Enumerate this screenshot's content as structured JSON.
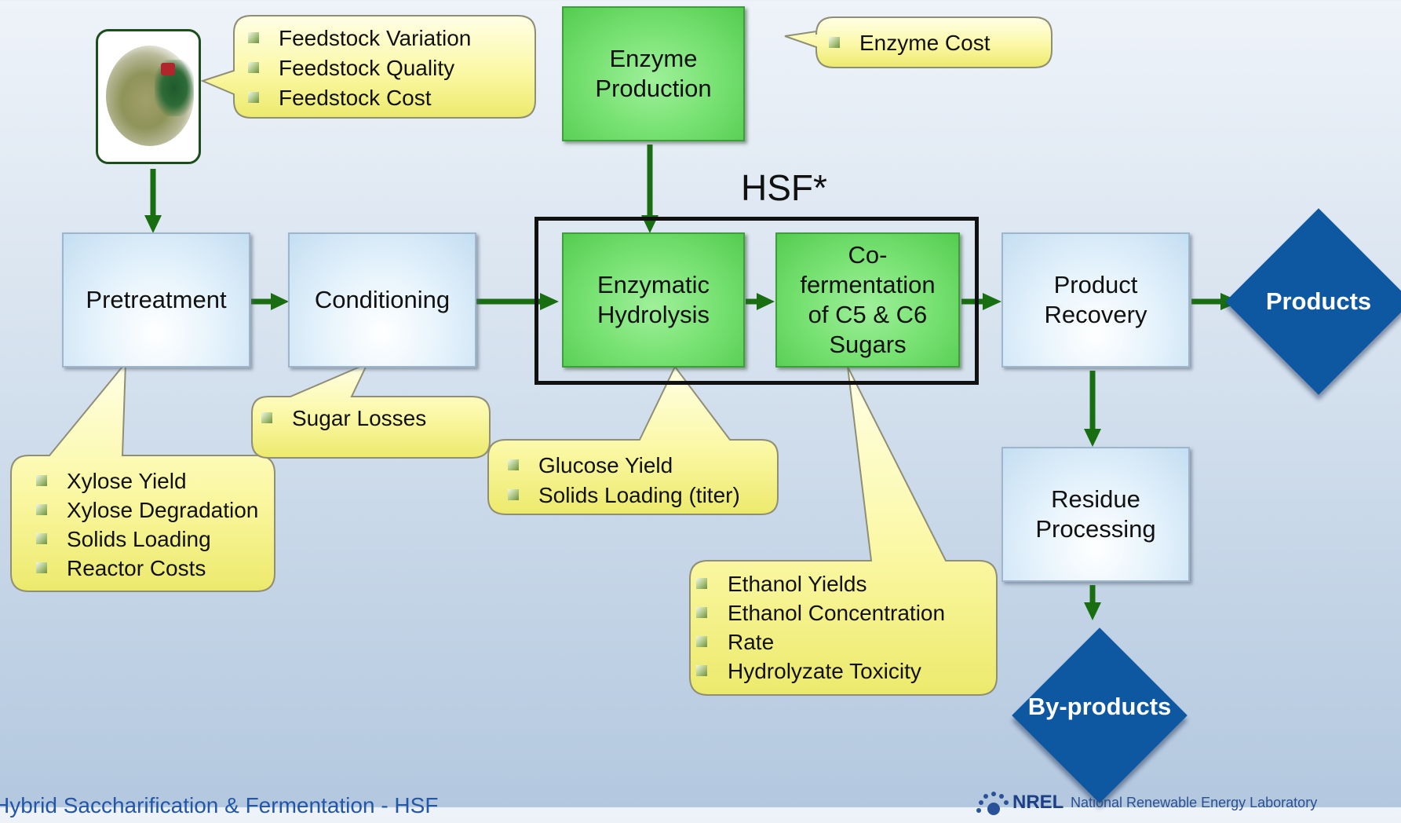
{
  "hsf_label": "HSF*",
  "boxes": {
    "pretreatment": "Pretreatment",
    "conditioning": "Conditioning",
    "enzyme_production": [
      "Enzyme",
      "Production"
    ],
    "enzymatic_hydrolysis": [
      "Enzymatic",
      "Hydrolysis"
    ],
    "cofermentation": [
      "Co-",
      "fermentation",
      "of C5 & C6",
      "Sugars"
    ],
    "product_recovery": [
      "Product",
      "Recovery"
    ],
    "residue_processing": [
      "Residue",
      "Processing"
    ]
  },
  "outputs": {
    "products": "Products",
    "byproducts": "By-products"
  },
  "callouts": {
    "feedstock": [
      "Feedstock Variation",
      "Feedstock Quality",
      "Feedstock Cost"
    ],
    "enzyme": [
      "Enzyme Cost"
    ],
    "pretreatment": [
      "Xylose Yield",
      "Xylose Degradation",
      "Solids Loading",
      "Reactor Costs"
    ],
    "conditioning": [
      "Sugar Losses"
    ],
    "hydrolysis": [
      "Glucose Yield",
      "Solids Loading (titer)"
    ],
    "fermentation": [
      "Ethanol Yields",
      "Ethanol Concentration",
      "Rate",
      "Hydrolyzate Toxicity"
    ]
  },
  "footer": "Hybrid Saccharification & Fermentation - HSF",
  "logo": {
    "short": "NREL",
    "long": "National Renewable Energy Laboratory"
  },
  "colors": {
    "arrow": "#1a6e12",
    "box_blue": "#dcecf8",
    "box_green": "#6fdc6a",
    "diamond": "#0e57a1",
    "callout": "#fdfbb8"
  }
}
